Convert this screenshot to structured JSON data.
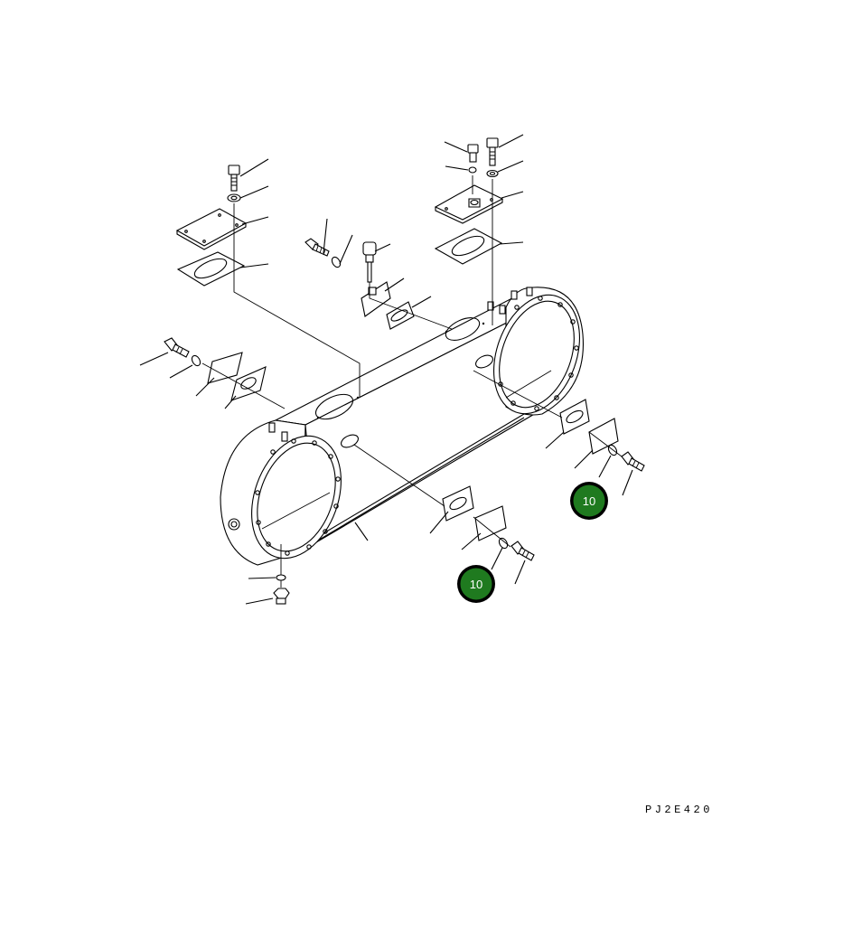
{
  "drawing_code": "PJ2E420",
  "callouts": [
    {
      "label": "10",
      "color": "#1f7a1f"
    },
    {
      "label": "10",
      "color": "#1f7a1f"
    }
  ],
  "colors": {
    "line": "#000000",
    "background": "#ffffff",
    "callout_fill": "#1f7a1f",
    "callout_ring": "#000000",
    "callout_text": "#ffffff"
  }
}
